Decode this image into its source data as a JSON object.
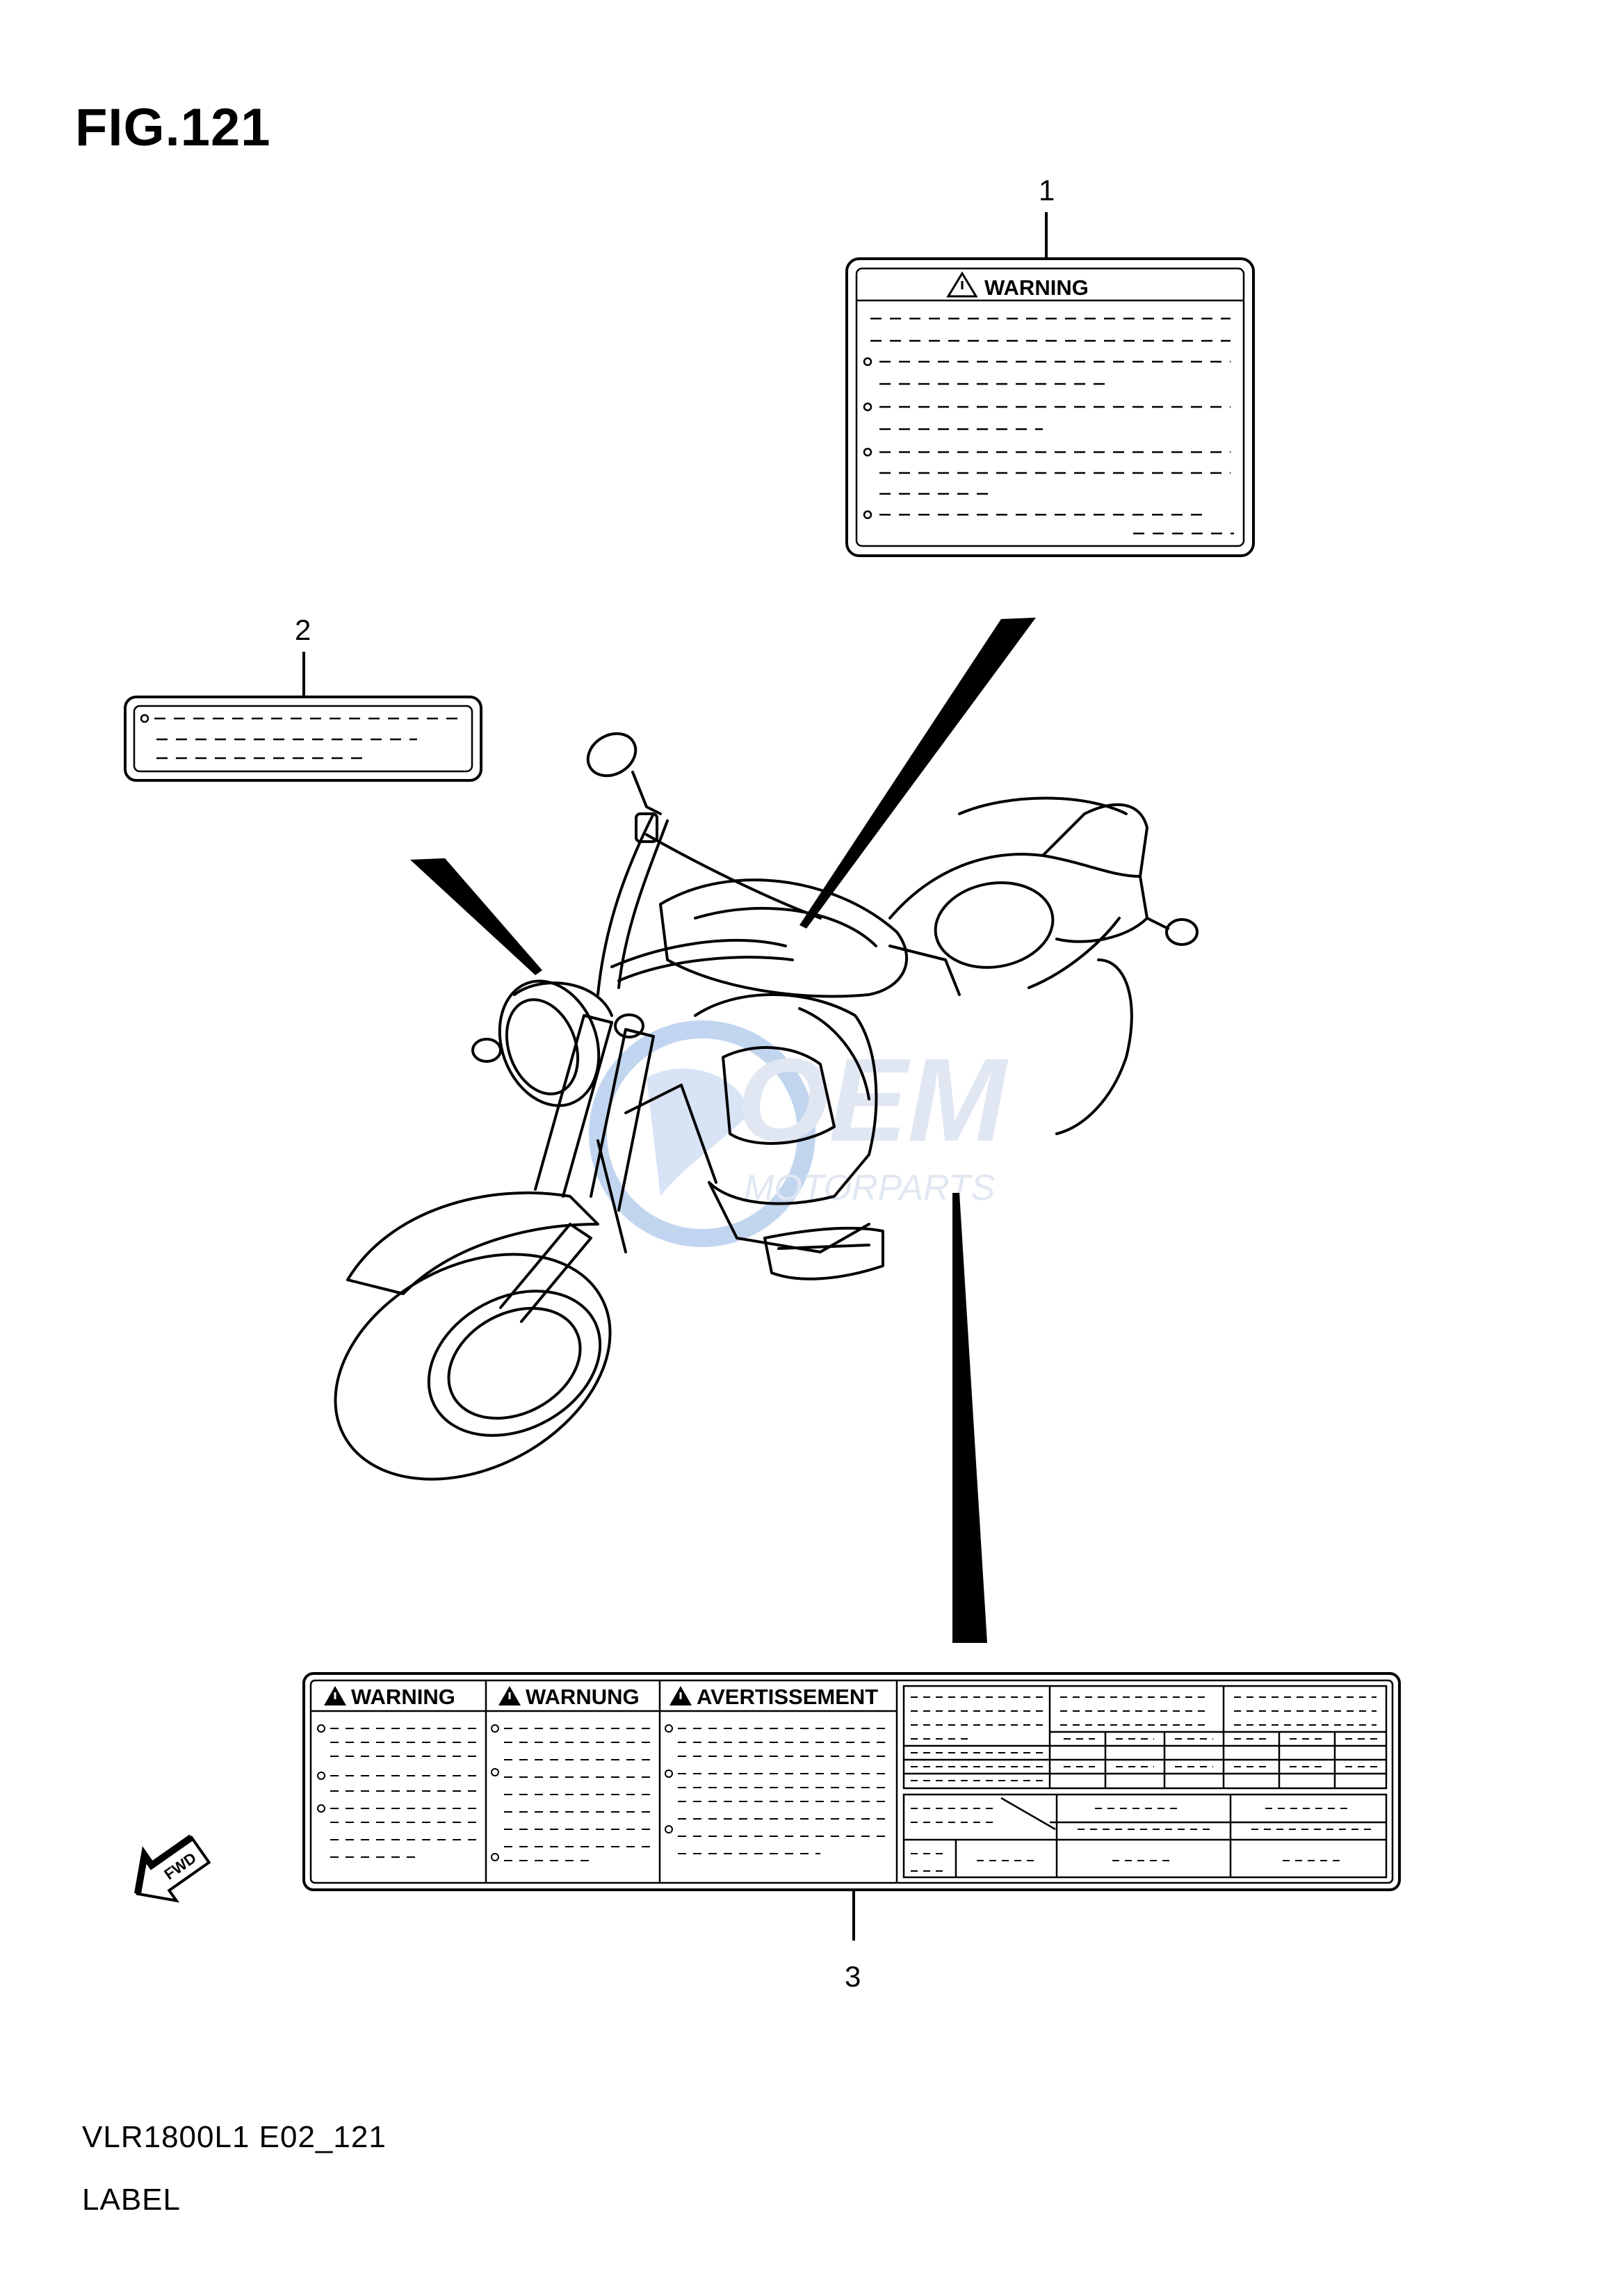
{
  "figure": {
    "title": "FIG.121",
    "code": "VLR1800L1 E02_121",
    "name": "LABEL"
  },
  "callouts": {
    "item1": "1",
    "item2": "2",
    "item3": "3"
  },
  "labels": {
    "warning_label": {
      "header": "WARNING"
    },
    "multilang_label": {
      "header_en": "WARNING",
      "header_de": "WARNUNG",
      "header_fr": "AVERTISSEMENT"
    }
  },
  "fwd_arrow": {
    "text": "FWD"
  },
  "watermark": {
    "brand": "OEM",
    "sub": "MOTORPARTS"
  },
  "colors": {
    "line": "#000000",
    "watermark": "#9fb8e6"
  },
  "icons": [
    "warning-triangle-icon",
    "fwd-arrow-icon"
  ]
}
